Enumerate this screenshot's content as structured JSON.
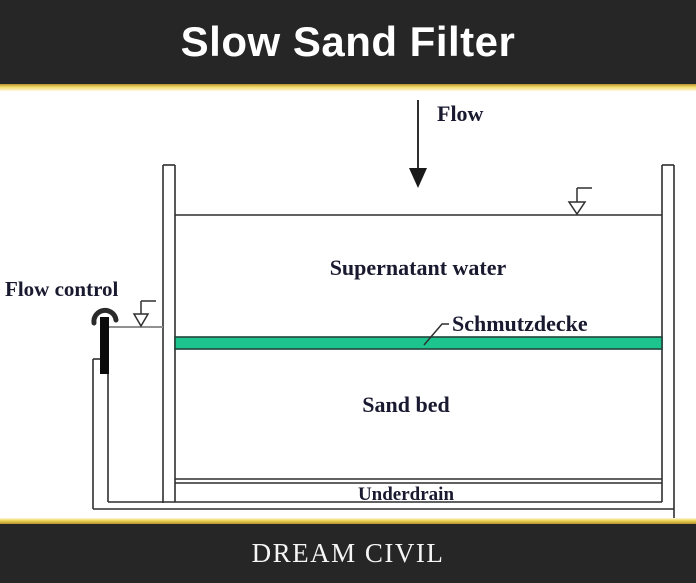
{
  "header": {
    "title": "Slow Sand Filter"
  },
  "footer": {
    "brand": "DREAM CIVIL"
  },
  "diagram": {
    "labels": {
      "flow": "Flow",
      "flow_control": "Flow control",
      "supernatant_water": "Supernatant water",
      "schmutzdecke": "Schmutzdecke",
      "sand_bed": "Sand bed",
      "underdrain": "Underdrain"
    },
    "icons": {
      "flow_arrow": "down-arrow",
      "water_level": "open-triangle-level-marker",
      "valve": "curl-handle-valve"
    },
    "colors": {
      "header_bg": "#262626",
      "accent_gold": "#ecd455",
      "line": "#2f2f2f",
      "schmutzdecke_green": "#1ec48d",
      "text": "#191930"
    }
  }
}
